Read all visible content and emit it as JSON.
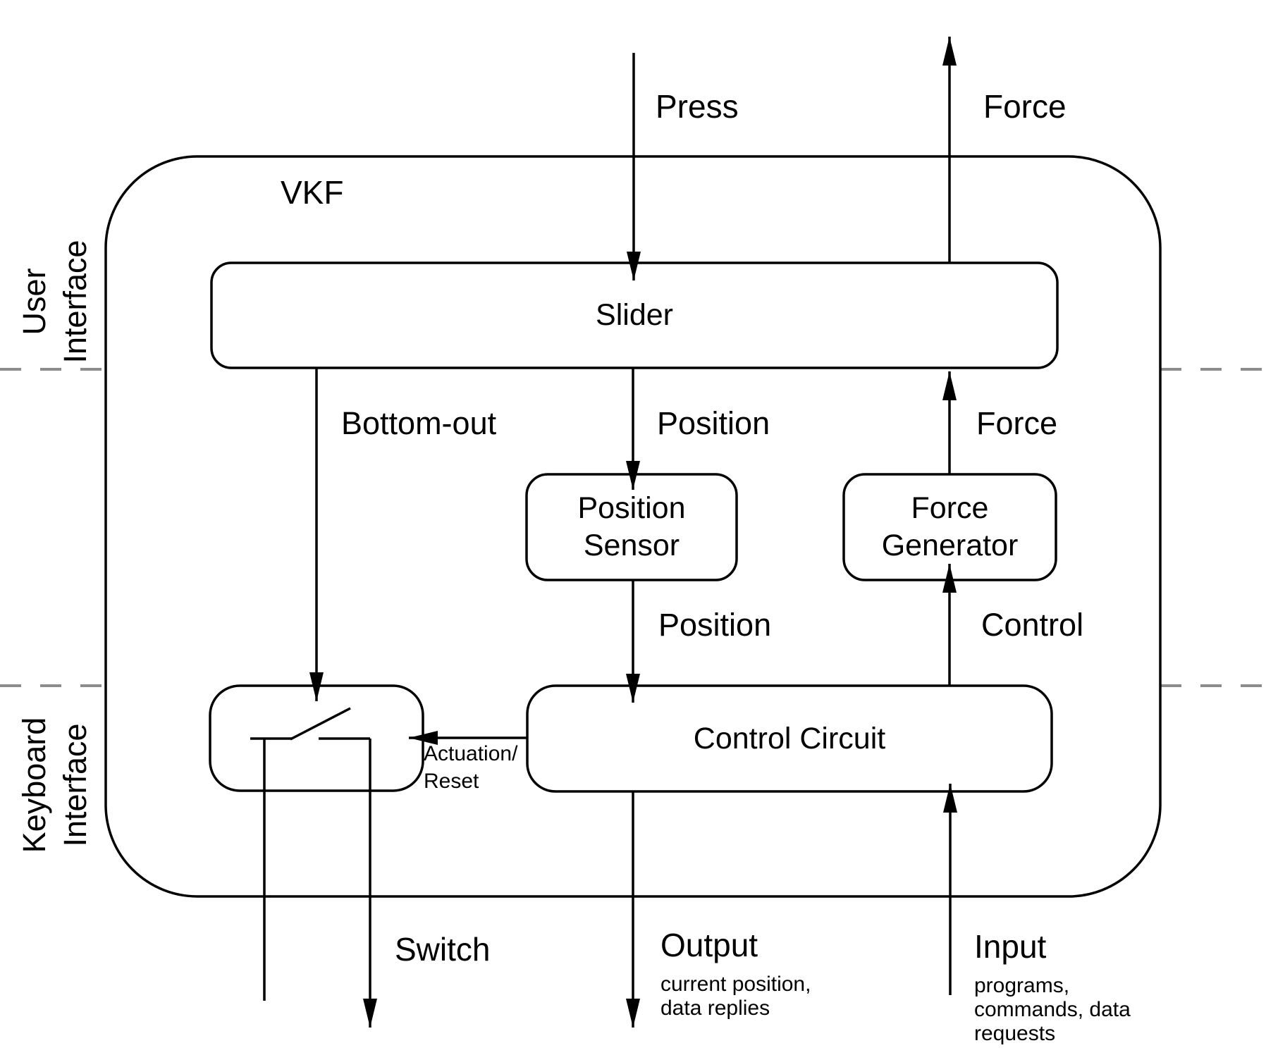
{
  "diagram": {
    "title": "VKF",
    "regions": {
      "user_interface": "User\nInterface",
      "keyboard_interface": "Keyboard\nInterface"
    },
    "boxes": {
      "slider": "Slider",
      "position_sensor": "Position\nSensor",
      "force_generator": "Force\nGenerator",
      "control_circuit": "Control Circuit"
    },
    "flows": {
      "press": "Press",
      "force_out": "Force",
      "bottom_out": "Bottom-out",
      "position_slider_to_sensor": "Position",
      "force_generator_to_slider": "Force",
      "position_sensor_to_control": "Position",
      "control_to_generator": "Control",
      "actuation_reset": "Actuation/\nReset",
      "switch": "Switch",
      "output": {
        "label": "Output",
        "description": "current position,\ndata replies"
      },
      "input": {
        "label": "Input",
        "description": "programs,\ncommands, data\nrequests"
      }
    },
    "colors": {
      "line": "#000000",
      "dashed_divider": "#8c8c8c",
      "background": "#ffffff"
    }
  }
}
